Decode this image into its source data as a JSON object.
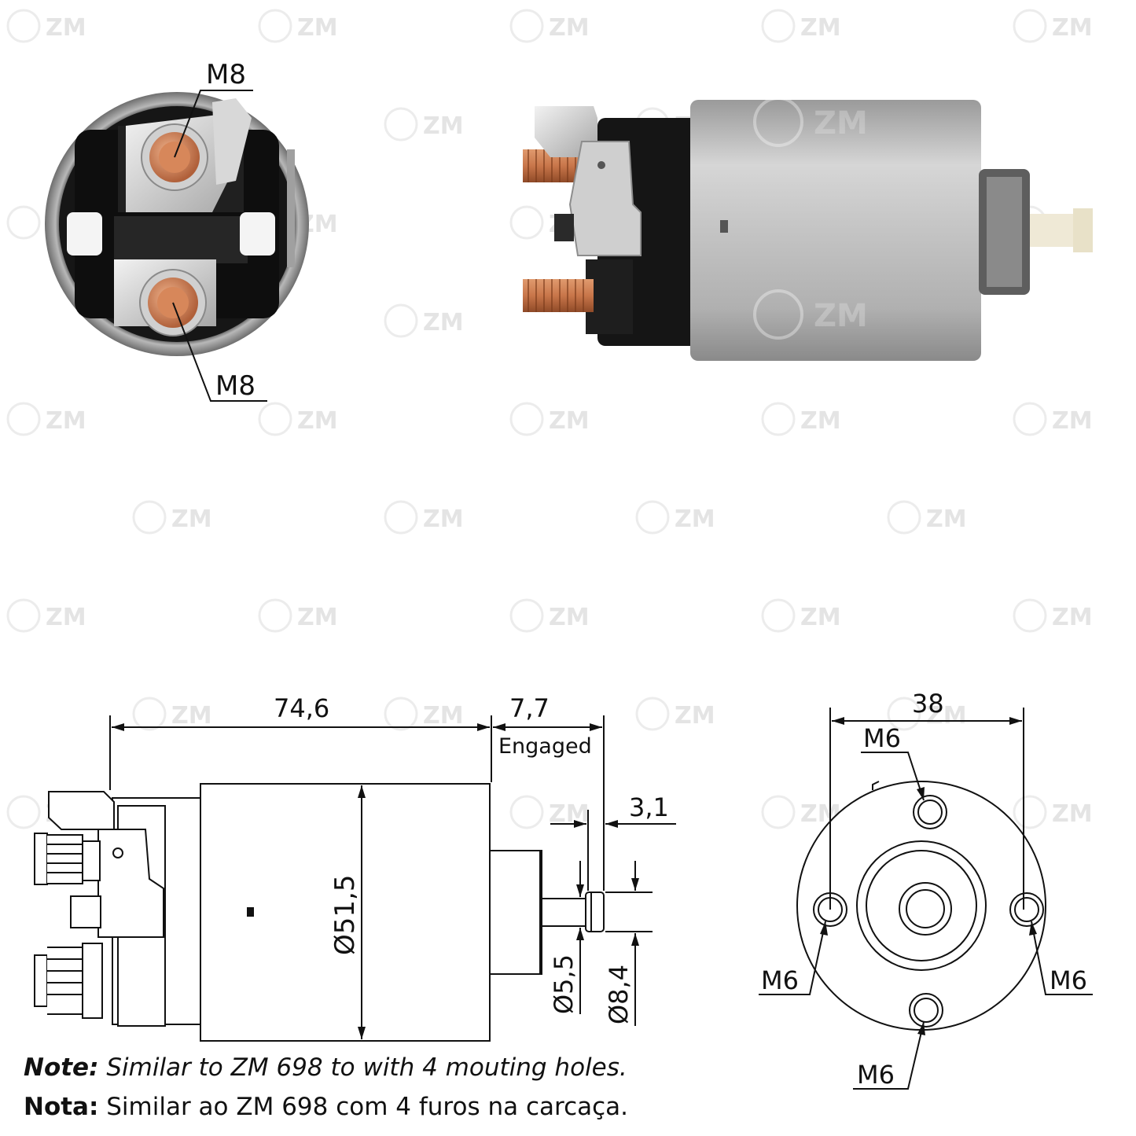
{
  "watermark": "ZM",
  "photo": {
    "front_labels": {
      "top": "M8",
      "bottom": "M8"
    },
    "side_brand": "ZM"
  },
  "drawing": {
    "side_view": {
      "length": "74,6",
      "stroke": "7,7",
      "stroke_note": "Engaged",
      "tip_length": "3,1",
      "body_diameter": "Ø51,5",
      "plunger_diameter": "Ø5,5",
      "tip_diameter": "Ø8,4"
    },
    "end_view": {
      "hole_spacing": "38",
      "holes": {
        "top": "M6",
        "left": "M6",
        "right": "M6",
        "bottom": "M6"
      }
    }
  },
  "notes": {
    "en": {
      "label": "Note:",
      "text": " Similar to ZM 698 to with 4 mouting holes."
    },
    "pt": {
      "label": "Nota:",
      "text": " Similar ao ZM 698 com 4 furos na carcaça."
    }
  },
  "colors": {
    "housing": "#bdbdbd",
    "cap": "#1b1b1b",
    "copper": "#c8764a",
    "line": "#111111"
  }
}
